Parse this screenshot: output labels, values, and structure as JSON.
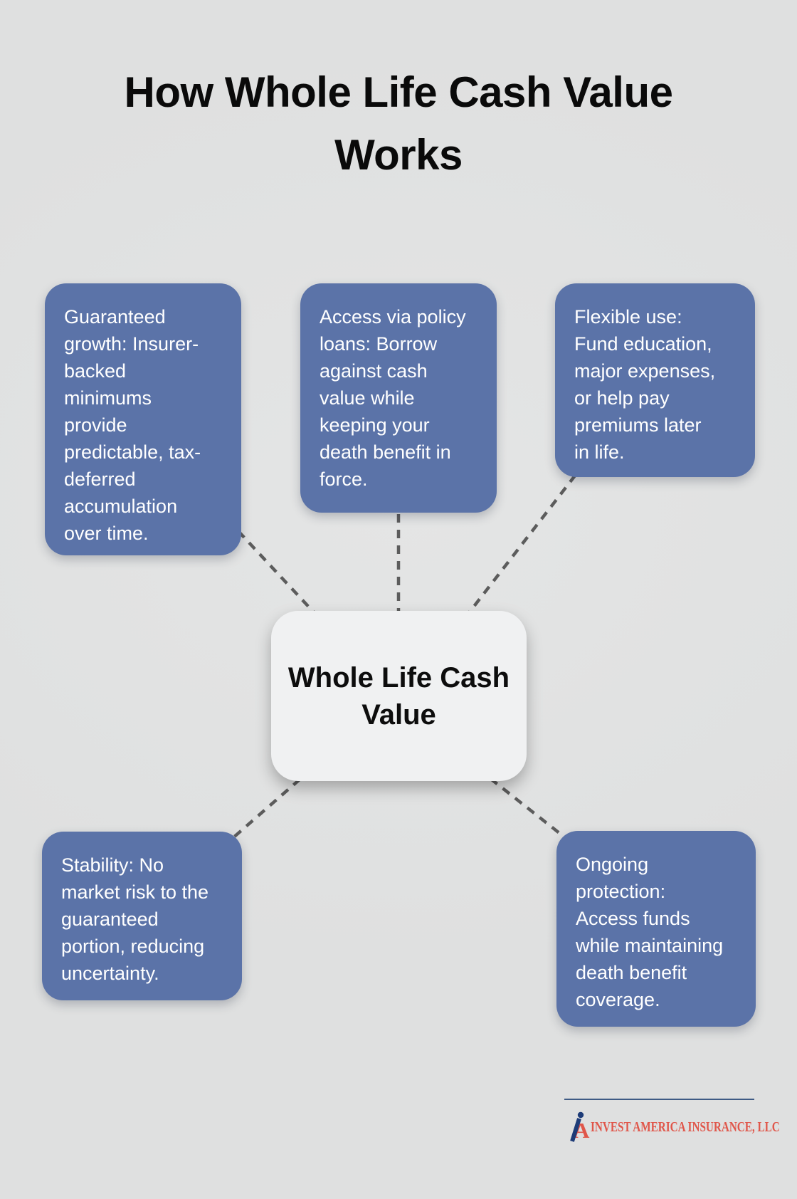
{
  "colors": {
    "background": "#dfe0e0",
    "node-blue": "#5b73a8",
    "node-text": "#ffffff",
    "center-bg": "#f0f1f2",
    "center-text": "#0d0d0d",
    "title-color": "#0a0a0a",
    "connector": "#5c5c5c",
    "divider": "#3f5b85",
    "logo-red": "#e0564a",
    "logo-navy": "#1e3c78"
  },
  "title": "How Whole Life Cash Value\nWorks",
  "diagram": {
    "center": {
      "label": "Whole Life Cash\nValue"
    },
    "nodes": [
      {
        "id": "guaranteed-growth",
        "text": "Guaranteed\ngrowth: Insurer-\nbacked\nminimums\nprovide\npredictable, tax-\ndeferred\naccumulation\nover time."
      },
      {
        "id": "policy-loans",
        "text": "Access via policy\nloans: Borrow\nagainst cash\nvalue while\nkeeping your\ndeath benefit in\nforce."
      },
      {
        "id": "flexible-use",
        "text": "Flexible use:\nFund education,\nmajor expenses,\nor help pay\npremiums later\nin life."
      },
      {
        "id": "stability",
        "text": "Stability: No\nmarket risk to the\nguaranteed\nportion, reducing\nuncertainty."
      },
      {
        "id": "ongoing-protection",
        "text": "Ongoing\nprotection:\nAccess funds\nwhile maintaining\ndeath benefit\ncoverage."
      }
    ]
  },
  "footer": {
    "company": "INVEST AMERICA INSURANCE, LLC",
    "logo_icon": "invest-america-logo"
  }
}
